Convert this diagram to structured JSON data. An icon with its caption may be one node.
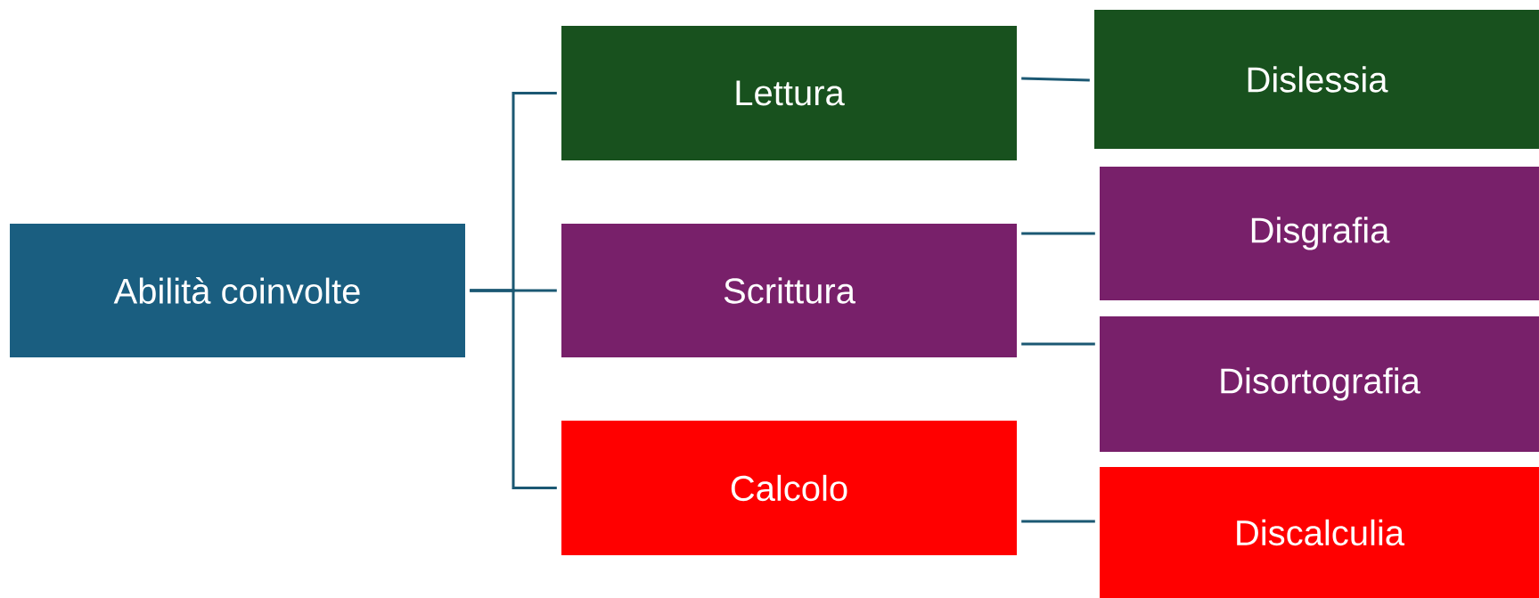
{
  "diagram": {
    "nodes": [
      {
        "text": [
          "Abilità coinvolte"
        ]
      },
      {
        "text": [
          "Lettura"
        ]
      },
      {
        "text": [
          "Scrittura"
        ]
      },
      {
        "text": [
          "Calcolo"
        ]
      },
      {
        "text": [
          "Dislessia"
        ]
      },
      {
        "text": [
          "Disgrafia"
        ]
      },
      {
        "text": [
          "Disortografia"
        ]
      },
      {
        "text": [
          "Discalculia"
        ]
      }
    ],
    "edges": [
      {
        "from": 0,
        "to": 1,
        "arrow": "none"
      },
      {
        "from": 0,
        "to": 2,
        "arrow": "none"
      },
      {
        "from": 0,
        "to": 3,
        "arrow": "none"
      },
      {
        "from": 1,
        "to": 4,
        "arrow": "none"
      },
      {
        "from": 2,
        "to": 5,
        "arrow": "none"
      },
      {
        "from": 2,
        "to": 6,
        "arrow": "none"
      },
      {
        "from": 3,
        "to": 7,
        "arrow": "none"
      }
    ]
  }
}
